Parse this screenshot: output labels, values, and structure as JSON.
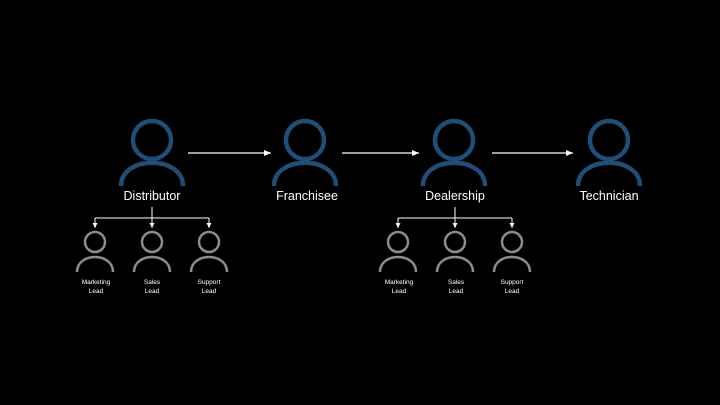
{
  "colors": {
    "background": "#000000",
    "primary_icon": "#1f4e79",
    "secondary_icon": "#8c8c8c",
    "connector": "#ffffff",
    "text": "#ffffff"
  },
  "nodes": {
    "distributor": {
      "label": "Distributor",
      "icon": "person-icon"
    },
    "franchisee": {
      "label": "Franchisee",
      "icon": "person-icon"
    },
    "dealership": {
      "label": "Dealership",
      "icon": "person-icon"
    },
    "technician": {
      "label": "Technician",
      "icon": "person-icon"
    }
  },
  "distributor_team": [
    {
      "line1": "Marketing",
      "line2": "Lead",
      "icon": "person-icon"
    },
    {
      "line1": "Sales",
      "line2": "Lead",
      "icon": "person-icon"
    },
    {
      "line1": "Support",
      "line2": "Lead",
      "icon": "person-icon"
    }
  ],
  "dealership_team": [
    {
      "line1": "Marketing",
      "line2": "Lead",
      "icon": "person-icon"
    },
    {
      "line1": "Sales",
      "line2": "Lead",
      "icon": "person-icon"
    },
    {
      "line1": "Support",
      "line2": "Lead",
      "icon": "person-icon"
    }
  ]
}
